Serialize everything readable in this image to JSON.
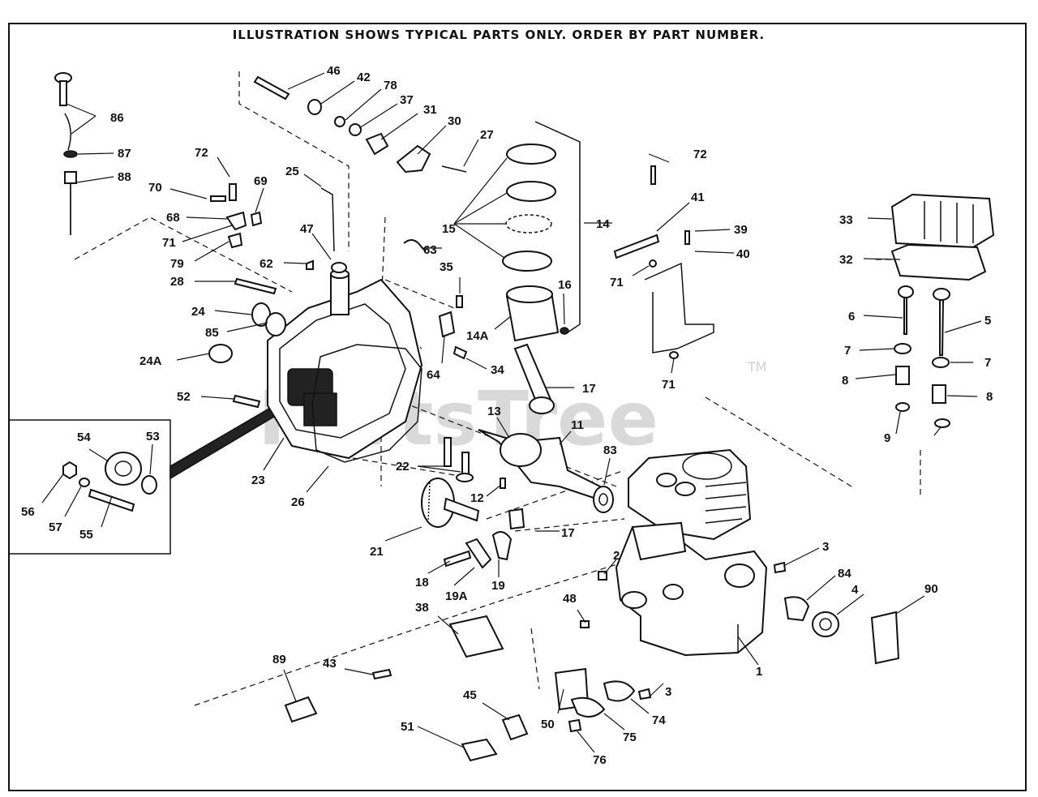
{
  "header": {
    "notice": "ILLUSTRATION SHOWS TYPICAL PARTS ONLY. ORDER BY PART NUMBER."
  },
  "watermark": {
    "brand": "PartsTree",
    "trademark": "TM"
  },
  "callouts": {
    "p1": "1",
    "p2": "2",
    "p3a": "3",
    "p3b": "3",
    "p4": "4",
    "p5": "5",
    "p6": "6",
    "p7a": "7",
    "p7b": "7",
    "p8a": "8",
    "p8b": "8",
    "p9": "9",
    "p11": "11",
    "p12": "12",
    "p13": "13",
    "p14": "14",
    "p14a": "14A",
    "p15": "15",
    "p16": "16",
    "p17a": "17",
    "p17b": "17",
    "p18": "18",
    "p19": "19",
    "p19a": "19A",
    "p21": "21",
    "p22": "22",
    "p23": "23",
    "p24": "24",
    "p24a": "24A",
    "p25": "25",
    "p26": "26",
    "p27": "27",
    "p28": "28",
    "p30": "30",
    "p31": "31",
    "p32": "32",
    "p33": "33",
    "p34": "34",
    "p35": "35",
    "p37": "37",
    "p38": "38",
    "p39": "39",
    "p40": "40",
    "p41": "41",
    "p42": "42",
    "p43": "43",
    "p45": "45",
    "p46": "46",
    "p47": "47",
    "p48": "48",
    "p50": "50",
    "p51": "51",
    "p52": "52",
    "p53": "53",
    "p54": "54",
    "p55": "55",
    "p56": "56",
    "p57": "57",
    "p62": "62",
    "p63": "63",
    "p64": "64",
    "p68": "68",
    "p69": "69",
    "p70": "70",
    "p71a": "71",
    "p71b": "71",
    "p71c": "71",
    "p72a": "72",
    "p72b": "72",
    "p74": "74",
    "p75": "75",
    "p76": "76",
    "p78": "78",
    "p79": "79",
    "p83": "83",
    "p84": "84",
    "p85": "85",
    "p86": "86",
    "p87": "87",
    "p88": "88",
    "p89": "89",
    "p90": "90"
  }
}
